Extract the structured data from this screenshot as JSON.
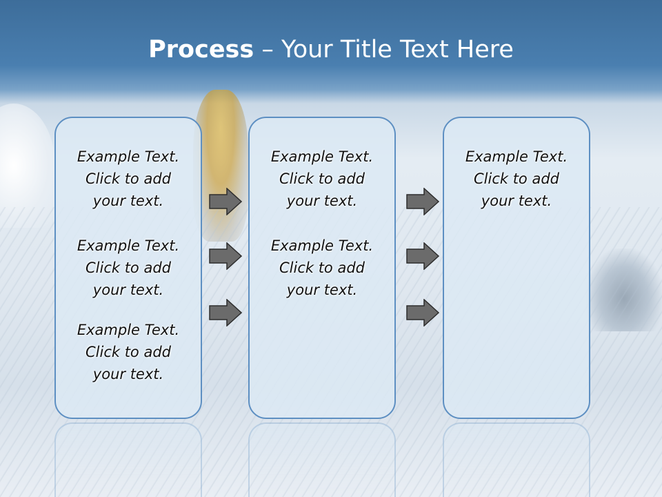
{
  "title": {
    "bold": "Process",
    "rest": "– Your Title Text Here"
  },
  "panels": [
    {
      "blocks": [
        {
          "line1": "Example Text.",
          "line2": "Click  to add",
          "line3": "your text."
        },
        {
          "line1": "Example Text.",
          "line2": "Click  to add",
          "line3": "your text."
        },
        {
          "line1": "Example Text.",
          "line2": "Click  to add",
          "line3": "your text."
        }
      ]
    },
    {
      "blocks": [
        {
          "line1": "Example Text.",
          "line2": "Click  to add",
          "line3": "your text."
        },
        {
          "line1": "Example Text.",
          "line2": "Click  to add",
          "line3": "your text."
        }
      ]
    },
    {
      "blocks": [
        {
          "line1": "Example Text.",
          "line2": "Click  to add",
          "line3": "your text."
        }
      ]
    }
  ],
  "colors": {
    "panel_border": "#5d8fc2",
    "panel_fill": "#dce9f4",
    "arrow_fill": "#6b6b6b",
    "title_bar": "#4a7fb0"
  }
}
